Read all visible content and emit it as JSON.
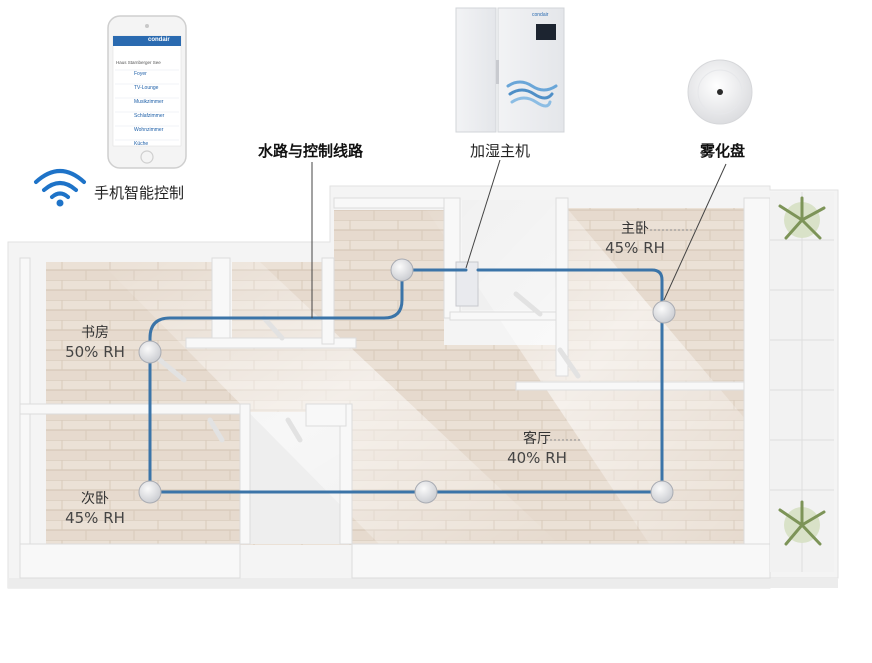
{
  "labels": {
    "pipeline": "水路与控制线路",
    "main_unit": "加湿主机",
    "atomizer": "雾化盘",
    "smart_control": "手机智能控制"
  },
  "rooms": [
    {
      "id": "study",
      "name": "书房",
      "humidity": "50% RH"
    },
    {
      "id": "second-bedroom",
      "name": "次卧",
      "humidity": "45% RH"
    },
    {
      "id": "master-bedroom",
      "name": "主卧",
      "humidity": "45% RH"
    },
    {
      "id": "living-room",
      "name": "客厅",
      "humidity": "40% RH"
    }
  ],
  "phone": {
    "brand": "condair",
    "header": "Haus Starnberger See",
    "rooms": [
      "Foyer",
      "TV-Lounge",
      "Musikzimmer",
      "Schlafzimmer",
      "Wohnzimmer",
      "Küche"
    ]
  },
  "unit": {
    "brand": "condair"
  },
  "colors": {
    "pipe": "#3b74a8",
    "wifi": "#1e73c8",
    "floor": "#e8ddd2",
    "wall": "#f6f6f6"
  }
}
